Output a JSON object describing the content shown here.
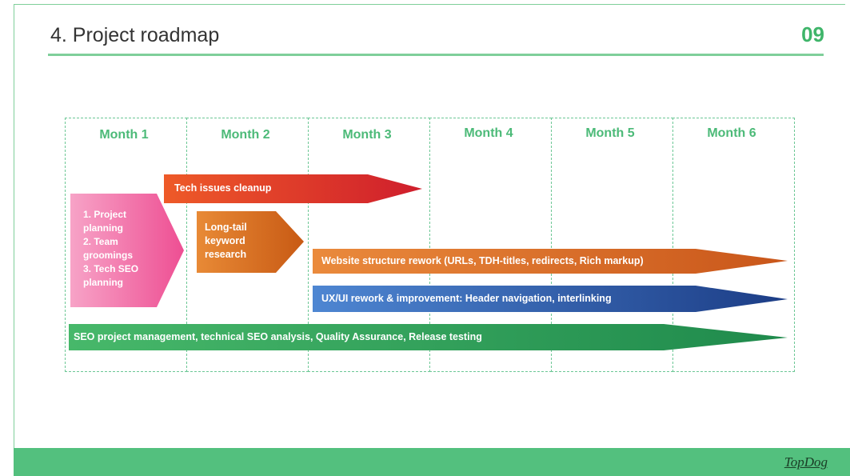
{
  "header": {
    "title": "4. Project roadmap",
    "page_number": "09"
  },
  "months": [
    "Month 1",
    "Month 2",
    "Month 3",
    "Month 4",
    "Month 5",
    "Month 6"
  ],
  "tasks": {
    "planning": [
      "1. Project",
      "planning",
      "2. Team",
      "groomings",
      "3. Tech SEO",
      "planning"
    ],
    "tech_cleanup": "Tech issues cleanup",
    "keyword": [
      "Long-tail",
      "keyword",
      "research"
    ],
    "website_rework": "Website structure rework  (URLs, TDH-titles, redirects, Rich markup)",
    "ux_rework": "UX/UI rework & improvement: Header navigation, interlinking",
    "seo_management": "SEO project management, technical SEO analysis, Quality Assurance, Release testing"
  },
  "footer": {
    "logo": "TopDog"
  },
  "colors": {
    "accent": "#53c07e",
    "planning": "#f06aa0",
    "cleanup": "#e0302a",
    "keyword": "#d9701e",
    "website": "#dc6d22",
    "ux": "#2c57a6",
    "seo": "#2ea060"
  }
}
